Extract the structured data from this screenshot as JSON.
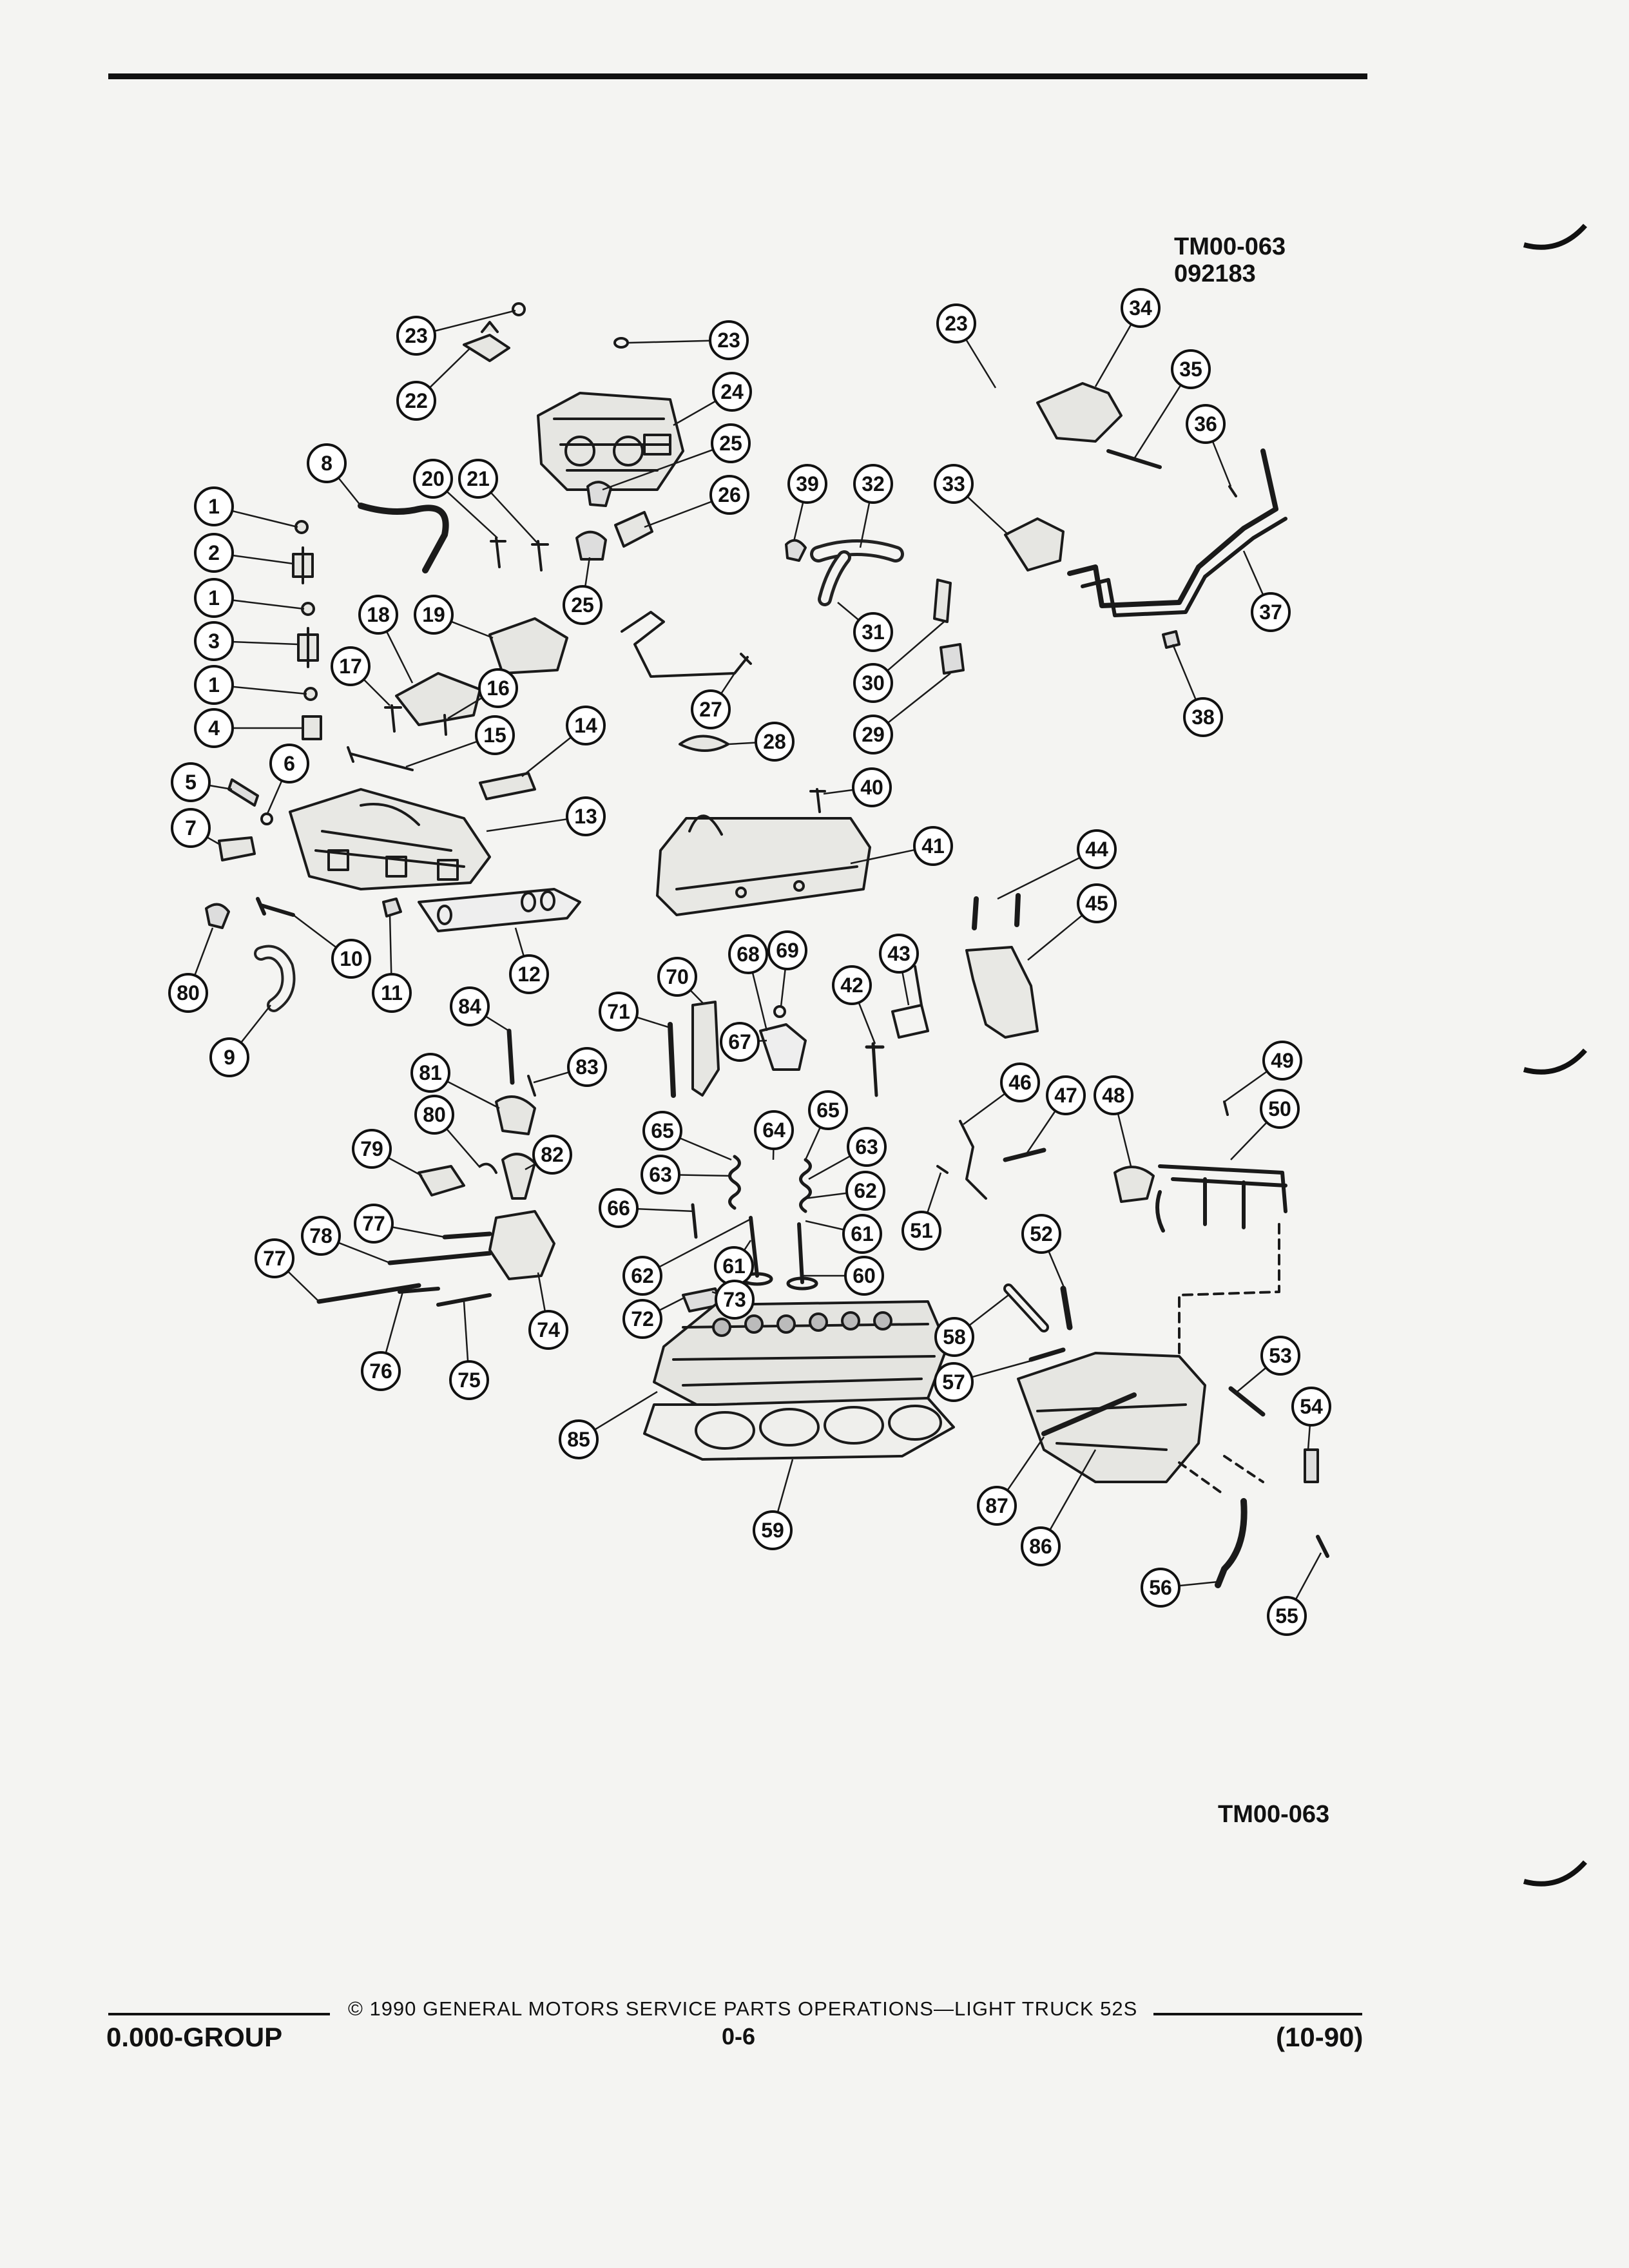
{
  "figure_code_top": "TM00-063",
  "figure_date_code": "092183",
  "figure_code_bottom": "TM00-063",
  "callouts": [
    {
      "n": "23"
    },
    {
      "n": "22"
    },
    {
      "n": "23"
    },
    {
      "n": "24"
    },
    {
      "n": "25"
    },
    {
      "n": "26"
    },
    {
      "n": "25"
    },
    {
      "n": "8"
    },
    {
      "n": "20"
    },
    {
      "n": "21"
    },
    {
      "n": "1"
    },
    {
      "n": "2"
    },
    {
      "n": "1"
    },
    {
      "n": "3"
    },
    {
      "n": "1"
    },
    {
      "n": "4"
    },
    {
      "n": "18"
    },
    {
      "n": "19"
    },
    {
      "n": "17"
    },
    {
      "n": "16"
    },
    {
      "n": "15"
    },
    {
      "n": "14"
    },
    {
      "n": "6"
    },
    {
      "n": "5"
    },
    {
      "n": "7"
    },
    {
      "n": "13"
    },
    {
      "n": "10"
    },
    {
      "n": "11"
    },
    {
      "n": "12"
    },
    {
      "n": "80"
    },
    {
      "n": "9"
    },
    {
      "n": "39"
    },
    {
      "n": "32"
    },
    {
      "n": "33"
    },
    {
      "n": "31"
    },
    {
      "n": "30"
    },
    {
      "n": "29"
    },
    {
      "n": "27"
    },
    {
      "n": "28"
    },
    {
      "n": "40"
    },
    {
      "n": "41"
    },
    {
      "n": "23"
    },
    {
      "n": "34"
    },
    {
      "n": "35"
    },
    {
      "n": "36"
    },
    {
      "n": "37"
    },
    {
      "n": "38"
    },
    {
      "n": "44"
    },
    {
      "n": "45"
    },
    {
      "n": "43"
    },
    {
      "n": "42"
    },
    {
      "n": "68"
    },
    {
      "n": "69"
    },
    {
      "n": "70"
    },
    {
      "n": "67"
    },
    {
      "n": "71"
    },
    {
      "n": "84"
    },
    {
      "n": "83"
    },
    {
      "n": "81"
    },
    {
      "n": "80"
    },
    {
      "n": "79"
    },
    {
      "n": "82"
    },
    {
      "n": "65"
    },
    {
      "n": "64"
    },
    {
      "n": "65"
    },
    {
      "n": "63"
    },
    {
      "n": "63"
    },
    {
      "n": "62"
    },
    {
      "n": "66"
    },
    {
      "n": "61"
    },
    {
      "n": "62"
    },
    {
      "n": "61"
    },
    {
      "n": "60"
    },
    {
      "n": "72"
    },
    {
      "n": "73"
    },
    {
      "n": "78"
    },
    {
      "n": "77"
    },
    {
      "n": "77"
    },
    {
      "n": "74"
    },
    {
      "n": "76"
    },
    {
      "n": "75"
    },
    {
      "n": "46"
    },
    {
      "n": "47"
    },
    {
      "n": "48"
    },
    {
      "n": "49"
    },
    {
      "n": "50"
    },
    {
      "n": "51"
    },
    {
      "n": "52"
    },
    {
      "n": "58"
    },
    {
      "n": "57"
    },
    {
      "n": "53"
    },
    {
      "n": "54"
    },
    {
      "n": "85"
    },
    {
      "n": "59"
    },
    {
      "n": "87"
    },
    {
      "n": "86"
    },
    {
      "n": "56"
    },
    {
      "n": "55"
    }
  ],
  "footer": {
    "copyright": "© 1990 GENERAL MOTORS SERVICE PARTS OPERATIONS—LIGHT TRUCK 52S",
    "group": "0.000-GROUP",
    "page": "0-6",
    "date": "(10-90)"
  }
}
